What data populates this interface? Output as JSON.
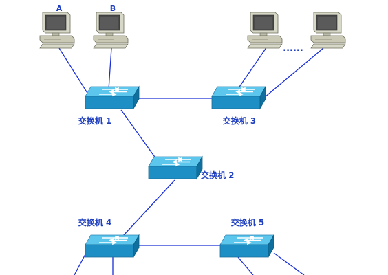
{
  "computers": [
    {
      "label": "A"
    },
    {
      "label": "B"
    },
    {
      "label": ""
    },
    {
      "label": ""
    }
  ],
  "ellipsis": "......",
  "switches": [
    {
      "label": "交换机 1"
    },
    {
      "label": "交换机 3"
    },
    {
      "label": "交换机 2"
    },
    {
      "label": "交换机 4"
    },
    {
      "label": "交换机 5"
    }
  ],
  "colors": {
    "link": "#1a2fd8",
    "label": "#1f3fbf",
    "switch_top": "#5cc6ec",
    "switch_front": "#1e8fc4",
    "switch_side": "#0f6f9e",
    "computer_body": "#c9c9b5"
  },
  "icons": {
    "computer": "desktop-computer-icon",
    "switch": "network-switch-icon"
  }
}
